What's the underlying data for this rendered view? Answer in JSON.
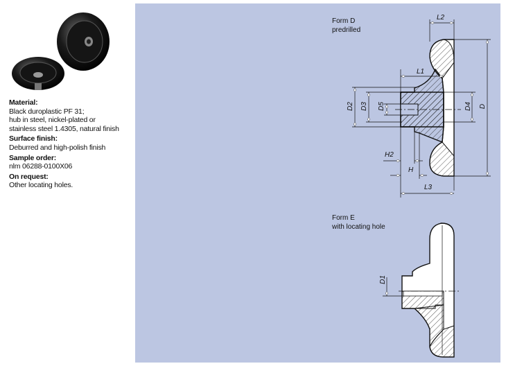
{
  "info": {
    "material_heading": "Material:",
    "material_lines": [
      "Black duroplastic PF 31;",
      "hub in steel, nickel-plated or",
      "stainless steel 1.4305, natural finish"
    ],
    "surface_heading": "Surface finish:",
    "surface_text": "Deburred and high-polish finish",
    "sample_heading": "Sample order:",
    "sample_text": "nlm 06288-0100X06",
    "request_heading": "On request:",
    "request_text": "Other locating holes."
  },
  "form_d": {
    "title": "Form D",
    "subtitle": "predrilled",
    "dims": {
      "L2": "L2",
      "L1": "L1",
      "D2": "D2",
      "D3": "D3",
      "D5": "D5",
      "D4": "D4",
      "D": "D",
      "H2": "H2",
      "H": "H",
      "L3": "L3"
    }
  },
  "form_e": {
    "title": "Form E",
    "subtitle": "with locating hole",
    "dims": {
      "D1": "D1"
    }
  },
  "colors": {
    "panel": "#bcc6e2",
    "ink": "#111111"
  }
}
